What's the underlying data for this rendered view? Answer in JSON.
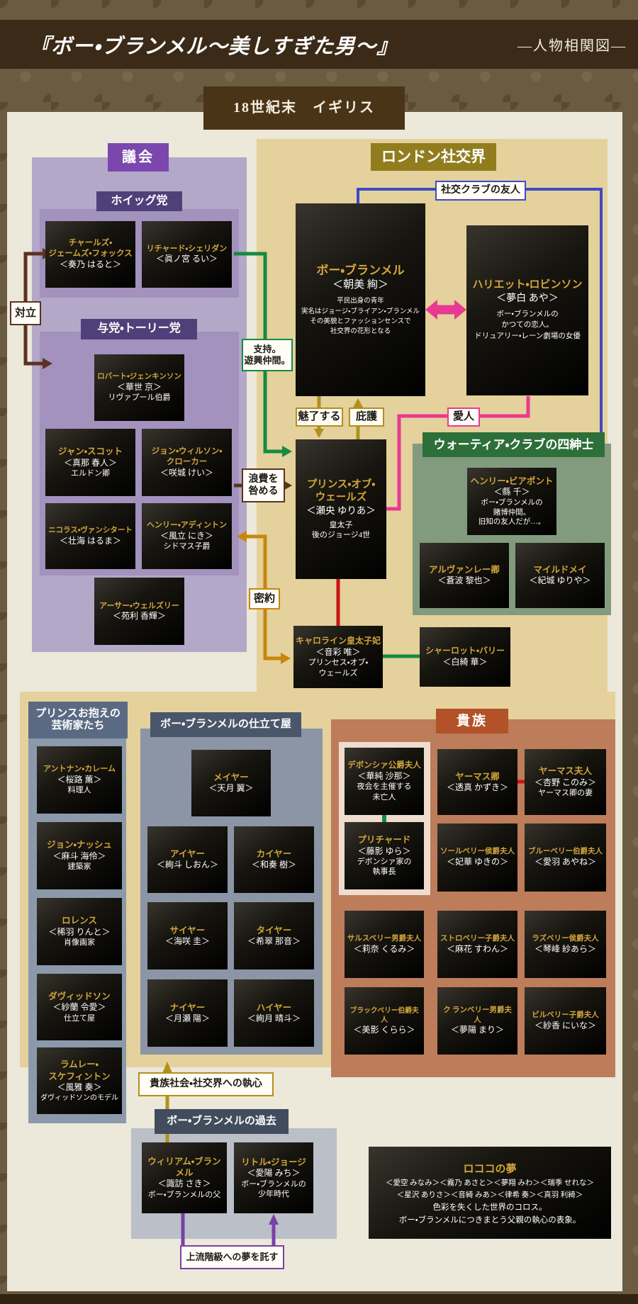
{
  "title_bar": {
    "title": "『ボー・ブランメル〜美しすぎた男〜』",
    "subtitle": "―人物相関図―"
  },
  "era_label": "18世紀末　イギリス",
  "section_titles": {
    "parliament": "議会",
    "whig": "ホイッグ党",
    "tory": "与党・トーリー党",
    "london": "ロンドン社交界",
    "watier": "ウォーティア・クラブの四紳士",
    "artists": "プリンスお抱えの\n芸術家たち",
    "tailors": "ボー・ブランメルの仕立て屋",
    "nobles": "貴族",
    "past": "ボー・ブランメルの過去"
  },
  "relation_labels": {
    "conflict": "対立",
    "support": "支持。\n遊興仲間。",
    "club_friends": "社交クラブの友人",
    "fascinate": "魅了する",
    "patronage": "庇護",
    "lover": "愛人",
    "admonish": "浪費を\n咎める",
    "secret_pact": "密約",
    "obsession": "貴族社会・社交界への執心",
    "entrust_dream": "上流階級への夢を託す"
  },
  "colors": {
    "conflict_brown": "#5c3222",
    "support_green": "#178a41",
    "club_friend_blue": "#3f49c6",
    "fascinate_gold": "#b2901c",
    "lover_pink": "#e83a90",
    "secret_pact_orange": "#c8860d",
    "marriage_red": "#cc1414",
    "dream_purple": "#7b3fa6",
    "name_gold": "#d2a53c"
  },
  "rococo": {
    "title": "ロココの夢",
    "cast_line1": "＜愛空 みなみ＞＜霧乃 あさと＞＜夢翔 みわ＞＜瑞季 せれな＞",
    "cast_line2": "＜星沢 ありさ＞＜音綺 みあ＞＜律希 奏＞＜真羽 利綺＞",
    "desc_line1": "色彩を失くした世界のコロス。",
    "desc_line2": "ボー・ブランメルにつきまとう父親の執心の表象。"
  },
  "people": [
    {
      "id": "fox",
      "name": "チャールズ・\nジェームズ・フォックス",
      "actor": "＜奏乃 はると＞"
    },
    {
      "id": "sheridan",
      "name": "リチャード・シェリダン",
      "actor": "＜眞ノ宮 るい＞"
    },
    {
      "id": "jenkinson",
      "name": "ロバート・ジェンキンソン",
      "actor": "＜華世 京＞",
      "desc": "リヴァプール伯爵"
    },
    {
      "id": "scott",
      "name": "ジャン・スコット",
      "actor": "＜真那 春人＞",
      "desc": "エルドン卿"
    },
    {
      "id": "croker",
      "name": "ジョン・ウィルソン・\nクローカー",
      "actor": "＜咲城 けい＞"
    },
    {
      "id": "vansittart",
      "name": "ニコラス・ヴァンシタート",
      "actor": "＜壮海 はるま＞"
    },
    {
      "id": "addington",
      "name": "ヘンリー・アディントン",
      "actor": "＜風立 にき＞",
      "desc": "シドマス子爵"
    },
    {
      "id": "wellesley",
      "name": "アーサー・ウェルズリー",
      "actor": "＜苑利 香輝＞"
    },
    {
      "id": "beau",
      "name": "ボー・ブランメル",
      "actor": "＜朝美 絢＞",
      "desc": "平民出身の青年\n実名はジョージ・ブライアン・ブランメル\nその美貌とファッションセンスで\n社交界の花形となる"
    },
    {
      "id": "harriet",
      "name": "ハリエット・ロビンソン",
      "actor": "＜夢白 あや＞",
      "desc": "ボー・ブランメルの\nかつての恋人。\nドリュアリー・レーン劇場の女優"
    },
    {
      "id": "prince",
      "name": "プリンス・オブ・\nウェールズ",
      "actor": "＜瀬央 ゆりあ＞",
      "desc": "皇太子\n後のジョージ4世"
    },
    {
      "id": "caroline",
      "name": "キャロライン皇太子妃",
      "actor": "＜音彩 唯＞",
      "desc": "プリンセス・オブ・\nウェールズ"
    },
    {
      "id": "charlotte",
      "name": "シャーロット・バリー",
      "actor": "＜白綺 華＞"
    },
    {
      "id": "pierpont",
      "name": "ヘンリー・ビアポント",
      "actor": "＜縣 千＞",
      "desc": "ボー・ブランメルの\n賭博仲間。\n旧知の友人だが…。"
    },
    {
      "id": "alvanley",
      "name": "アルヴァンレー卿",
      "actor": "＜蒼波 黎也＞"
    },
    {
      "id": "mildmay",
      "name": "マイルドメイ",
      "actor": "＜紀城 ゆりや＞"
    },
    {
      "id": "careme",
      "name": "アントナン・カレーム",
      "actor": "＜桜路 薫＞",
      "desc": "料理人"
    },
    {
      "id": "nash",
      "name": "ジョン・ナッシュ",
      "actor": "＜麻斗 海伶＞",
      "desc": "建築家"
    },
    {
      "id": "lawrence",
      "name": "ロレンス",
      "actor": "＜稀羽 りんと＞",
      "desc": "肖像画家"
    },
    {
      "id": "davidson",
      "name": "ダヴィッドソン",
      "actor": "＜紗蘭 令愛＞",
      "desc": "仕立て屋"
    },
    {
      "id": "skeffington",
      "name": "ラムレー・\nスケフィントン",
      "actor": "＜風雅 奏＞",
      "desc": "ダヴィッドソンのモデル"
    },
    {
      "id": "meyer",
      "name": "メイヤー",
      "actor": "＜天月 翼＞"
    },
    {
      "id": "aiyer",
      "name": "アイヤー",
      "actor": "＜絢斗 しおん＞"
    },
    {
      "id": "kaiyer",
      "name": "カイヤー",
      "actor": "＜和奏 樹＞"
    },
    {
      "id": "saiyer",
      "name": "サイヤー",
      "actor": "＜海咲 圭＞"
    },
    {
      "id": "taiyer",
      "name": "タイヤー",
      "actor": "＜希翠 那音＞"
    },
    {
      "id": "naiyer",
      "name": "ナイヤー",
      "actor": "＜月瀬 陽＞"
    },
    {
      "id": "haiyer",
      "name": "ハイヤー",
      "actor": "＜絢月 晴斗＞"
    },
    {
      "id": "devonshire",
      "name": "デボンシァ公爵夫人",
      "actor": "＜華純 沙那＞",
      "desc": "夜会を主催する\n未亡人"
    },
    {
      "id": "pritchard",
      "name": "プリチャード",
      "actor": "＜藤影 ゆら＞",
      "desc": "デボンシァ家の\n執事長"
    },
    {
      "id": "yarmouth",
      "name": "ヤーマス卿",
      "actor": "＜透真 かずき＞"
    },
    {
      "id": "yarmouth_wife",
      "name": "ヤーマス夫人",
      "actor": "＜杏野 このみ＞",
      "desc": "ヤーマス卿の妻"
    },
    {
      "id": "soulberry",
      "name": "ソールベリー侯爵夫人",
      "actor": "＜妃華 ゆきの＞"
    },
    {
      "id": "blueberry",
      "name": "ブルーベリー伯爵夫人",
      "actor": "＜愛羽 あやね＞"
    },
    {
      "id": "salsberry",
      "name": "サルスベリー男爵夫人",
      "actor": "＜莉奈 くるみ＞"
    },
    {
      "id": "strawberry",
      "name": "ストロベリー子爵夫人",
      "actor": "＜麻花 すわん＞"
    },
    {
      "id": "raspberry",
      "name": "ラズベリー侯爵夫人",
      "actor": "＜琴峰 紗あら＞"
    },
    {
      "id": "blackberry",
      "name": "ブラックベリー伯爵夫人",
      "actor": "＜美影 くらら＞"
    },
    {
      "id": "cranberry",
      "name": "ク ランベリー男爵夫人",
      "actor": "＜夢陽 まり＞"
    },
    {
      "id": "bilberry",
      "name": "ビルベリー子爵夫人",
      "actor": "＜紗香 にいな＞"
    },
    {
      "id": "william",
      "name": "ウィリアム・ブランメル",
      "actor": "＜諏訪 さき＞",
      "desc": "ボー・ブランメルの父"
    },
    {
      "id": "george",
      "name": "リトル・ジョージ",
      "actor": "＜愛陽 みち＞",
      "desc": "ボー・ブランメルの\n少年時代"
    }
  ]
}
